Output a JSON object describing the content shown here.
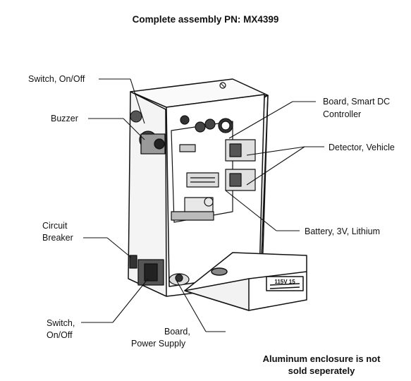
{
  "title": "Complete assembly PN: MX4399",
  "labels": {
    "switch_top": "Switch, On/Off",
    "buzzer": "Buzzer",
    "circuit_breaker_1": "Circuit",
    "circuit_breaker_2": "Breaker",
    "switch_bottom_1": "Switch,",
    "switch_bottom_2": "On/Off",
    "power_supply_1": "Board,",
    "power_supply_2": "Power Supply",
    "smart_dc_1": "Board, Smart DC",
    "smart_dc_2": "Controller",
    "detector": "Detector, Vehicle",
    "battery": "Battery, 3V, Lithium"
  },
  "plate_text": "115V 15",
  "note": {
    "line1": "Aluminum enclosure is not",
    "line2": "sold seperately"
  }
}
